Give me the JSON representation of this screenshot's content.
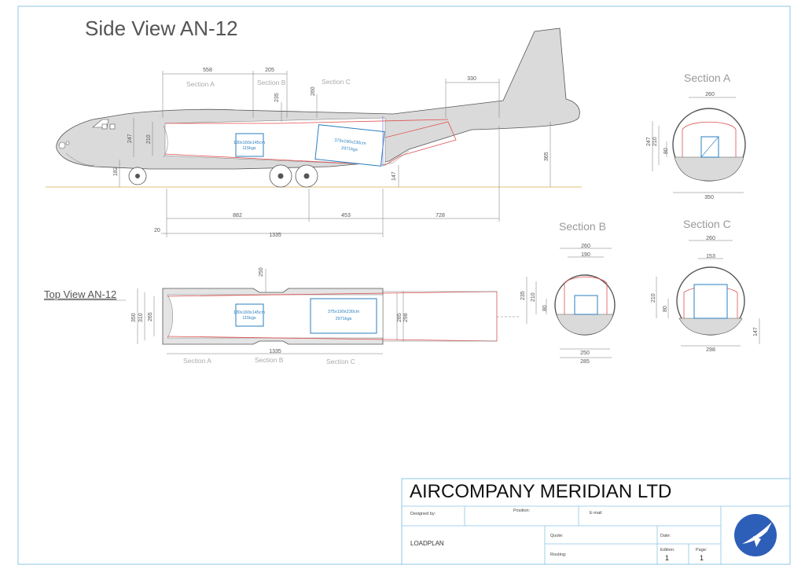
{
  "side_view": {
    "title": "Side View AN-12",
    "section_labels": [
      "Section A",
      "Section B",
      "Section C"
    ],
    "dims": {
      "d558": "558",
      "d205": "205",
      "d330": "330",
      "d235": "235",
      "d260": "260",
      "d247": "247",
      "d210": "210",
      "d182": "182",
      "d147": "147",
      "d365": "365",
      "d882": "882",
      "d453": "453",
      "d728": "728",
      "d20": "20",
      "d1335": "1335"
    },
    "cargo_small": {
      "line1": "130x160x145cm",
      "line2": "115kgs"
    },
    "cargo_large": {
      "line1": "375x190x230cm",
      "line2": "2971kgs"
    }
  },
  "top_view": {
    "title": "Top View AN-12",
    "section_labels": [
      "Section A",
      "Section B",
      "Section C"
    ],
    "dims": {
      "d250": "250",
      "d350": "350",
      "d310": "310",
      "d265": "265",
      "d285": "285",
      "d298": "298",
      "d1335": "1335"
    },
    "cargo_small": {
      "line1": "130x160x145cm",
      "line2": "115kgs"
    },
    "cargo_large": {
      "line1": "375x190x230cm",
      "line2": "2971kgs"
    }
  },
  "section_a": {
    "title": "Section A",
    "dims": {
      "top": "260",
      "h1": "247",
      "h2": "210",
      "h3": "80",
      "bottom": "350"
    }
  },
  "section_b": {
    "title": "Section B",
    "dims": {
      "top1": "260",
      "top2": "190",
      "h1": "235",
      "h2": "210",
      "h3": "80",
      "bottom1": "250",
      "bottom2": "285"
    }
  },
  "section_c": {
    "title": "Section C",
    "dims": {
      "top1": "260",
      "top2": "153",
      "h1": "210",
      "h2": "80",
      "right": "147",
      "bottom": "298"
    }
  },
  "title_block": {
    "company": "AIRCOMPANY MERIDIAN LTD",
    "designed_by_label": "Designed by:",
    "position_label": "Position:",
    "email_label": "E-mail",
    "doc_type": "LOADPLAN",
    "quote_label": "Quote:",
    "routing_label": "Routing:",
    "date_label": "Date:",
    "edition_label": "Edition:",
    "edition_value": "1",
    "page_label": "Page:",
    "page_value": "1"
  },
  "colors": {
    "accent": "#2a7fc0",
    "logo": "#2e5fb8",
    "fuselage": "#dadada",
    "route": "#e05050",
    "ground": "#e0c27a"
  }
}
